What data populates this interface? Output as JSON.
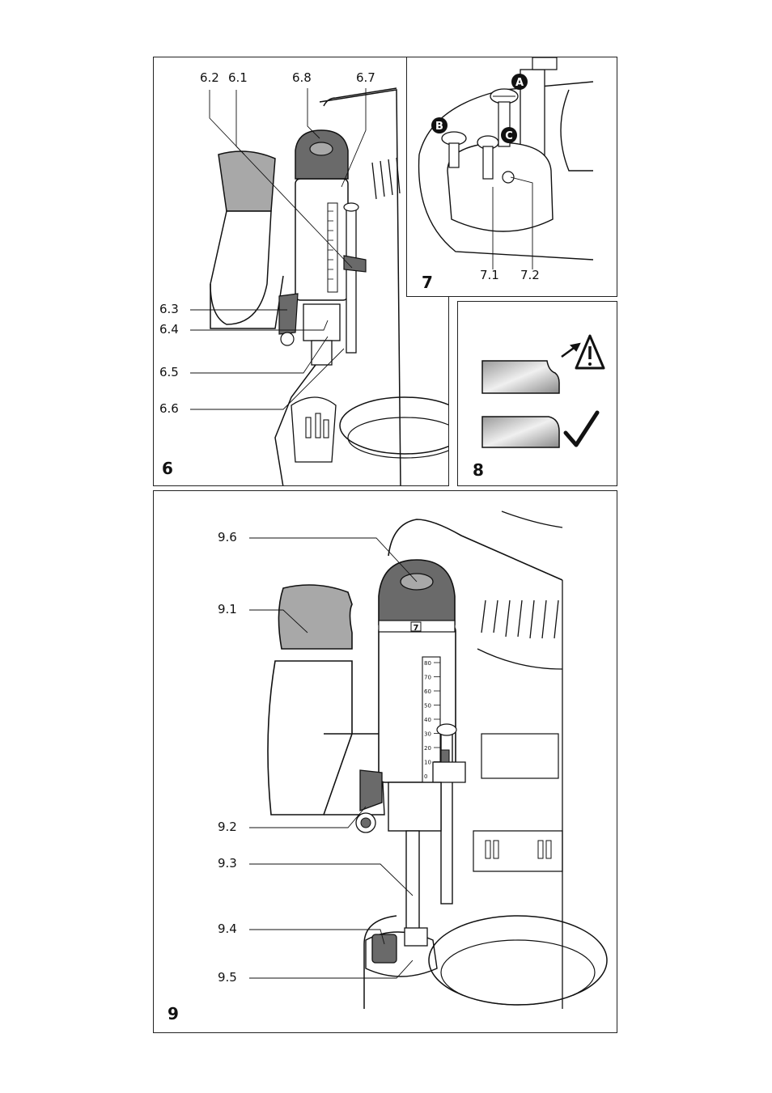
{
  "figures": {
    "fig6": {
      "number": "6",
      "callouts": [
        "6.2",
        "6.1",
        "6.8",
        "6.7",
        "6.3",
        "6.4",
        "6.5",
        "6.6"
      ]
    },
    "fig7": {
      "number": "7",
      "markers": [
        "A",
        "B",
        "C"
      ],
      "callouts": [
        "7.1",
        "7.2"
      ]
    },
    "fig8": {
      "number": "8"
    },
    "fig9": {
      "number": "9",
      "callouts": [
        "9.6",
        "9.1",
        "9.2",
        "9.3",
        "9.4",
        "9.5"
      ],
      "scale_ticks": [
        "80",
        "70",
        "60",
        "50",
        "40",
        "30",
        "20",
        "10",
        "0"
      ],
      "dial_number": "7"
    }
  },
  "colors": {
    "grey_fill": "#a8a8a8",
    "dark_grey": "#6a6a6a",
    "line": "#111111"
  }
}
